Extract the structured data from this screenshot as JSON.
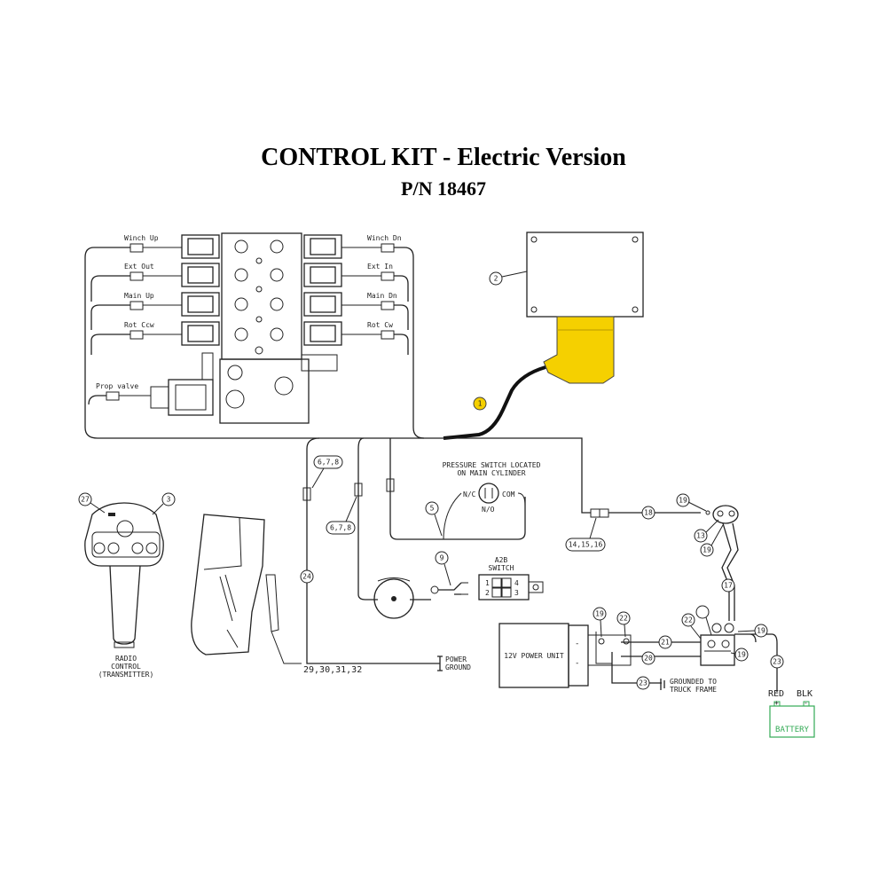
{
  "header": {
    "title": "CONTROL KIT - Electric Version",
    "part_number": "P/N 18467"
  },
  "valve": {
    "left_labels": [
      "Winch Up",
      "Ext Out",
      "Main Up",
      "Rot Ccw"
    ],
    "right_labels": [
      "Winch Dn",
      "Ext In",
      "Main Dn",
      "Rot Cw"
    ],
    "prop_label": "Prop valve"
  },
  "pressure_switch": {
    "line1": "PRESSURE SWITCH LOCATED",
    "line2": "ON MAIN CYLINDER",
    "nc": "N/C",
    "com": "COM",
    "no": "N/O"
  },
  "a2b_switch": {
    "line1": "A2B",
    "line2": "SWITCH",
    "pins": [
      "1",
      "4",
      "2",
      "3"
    ]
  },
  "power_unit": {
    "label": "12V POWER UNIT"
  },
  "grounds": {
    "power_ground_1": "POWER",
    "power_ground_2": "GROUND",
    "truck_1": "GROUNDED TO",
    "truck_2": "TRUCK FRAME"
  },
  "battery": {
    "label": "BATTERY",
    "red": "RED",
    "blk": "BLK",
    "plus": "+",
    "minus": "-",
    "color": "#33aa55"
  },
  "radio": {
    "line1": "RADIO",
    "line2": "CONTROL",
    "line3": "(TRANSMITTER)"
  },
  "callouts": {
    "c1": "1",
    "c2": "2",
    "c3": "3",
    "c5": "5",
    "c9": "9",
    "c13": "13",
    "c17": "17",
    "c18": "18",
    "c19a": "19",
    "c19b": "19",
    "c19c": "19",
    "c19d": "19",
    "c19e": "19",
    "c20": "20",
    "c21": "21",
    "c22a": "22",
    "c22b": "22",
    "c23a": "23",
    "c23b": "23",
    "c24": "24",
    "c27": "27",
    "c678a": "6,7,8",
    "c678b": "6,7,8",
    "c141516": "14,15,16",
    "c29": "29,30,31,32"
  },
  "colors": {
    "highlight": "#f5d000",
    "line": "#222222"
  }
}
